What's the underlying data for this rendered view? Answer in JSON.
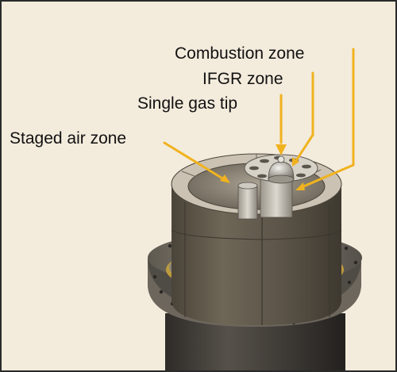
{
  "labels": {
    "combustion_zone": "Combustion zone",
    "ifgr_zone": "IFGR zone",
    "single_gas_tip": "Single gas tip",
    "staged_air_zone": "Staged air zone"
  },
  "colors": {
    "background": "#f3ebdc",
    "frame": "#2a2a2a",
    "leader": "#f0b21f",
    "refractory": "#5c5548",
    "refractory_top": "#cbc2b3",
    "flange": "#7a7468",
    "duct": "#3d3935",
    "gasket": "#c8a23a"
  }
}
